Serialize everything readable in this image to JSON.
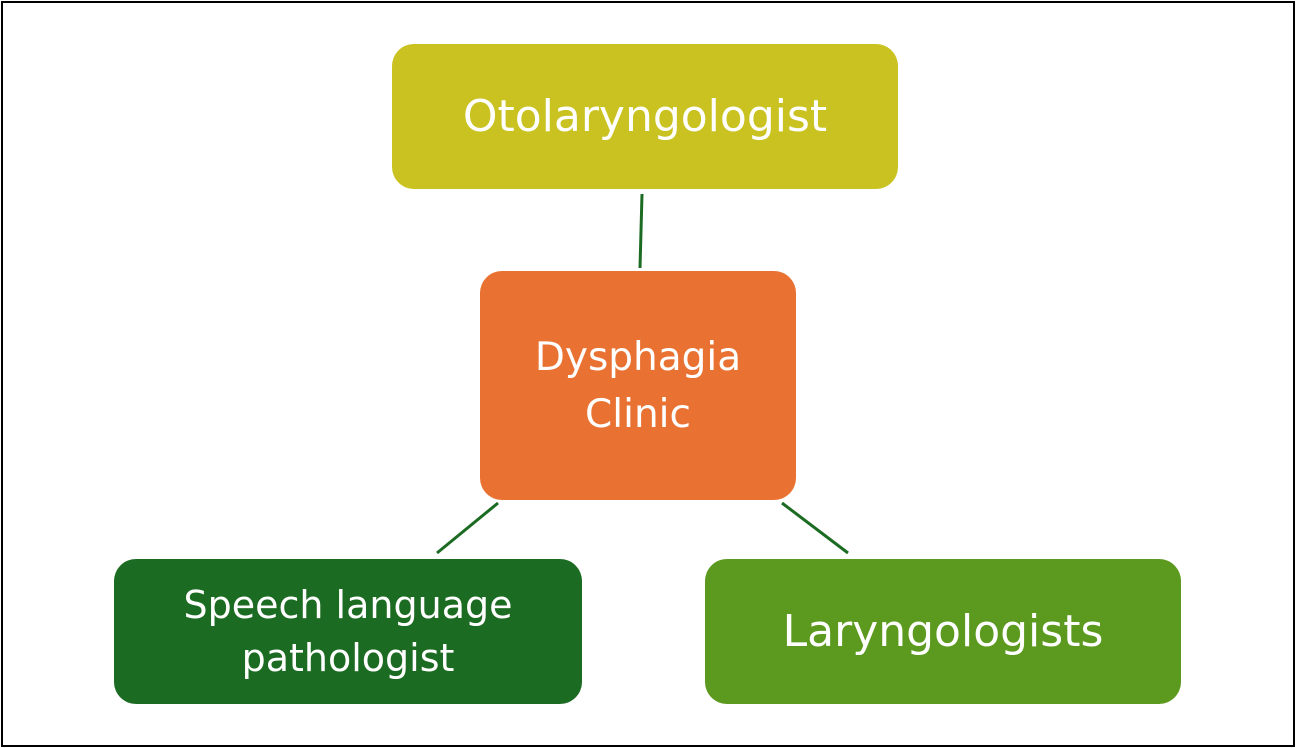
{
  "colors": {
    "border": "#000000",
    "connector": "#1c6b22",
    "otolaryngologist": "#c9c220",
    "dysphagia_clinic": "#e97232",
    "speech_language_pathologist": "#1c6b22",
    "laryngologists": "#5b9a1f",
    "text": "#ffffff"
  },
  "nodes": {
    "top": {
      "label": "Otolaryngologist"
    },
    "center": {
      "line1": "Dysphagia",
      "line2": "Clinic"
    },
    "left": {
      "line1": "Speech language",
      "line2": "pathologist"
    },
    "right": {
      "label": "Laryngologists"
    }
  }
}
